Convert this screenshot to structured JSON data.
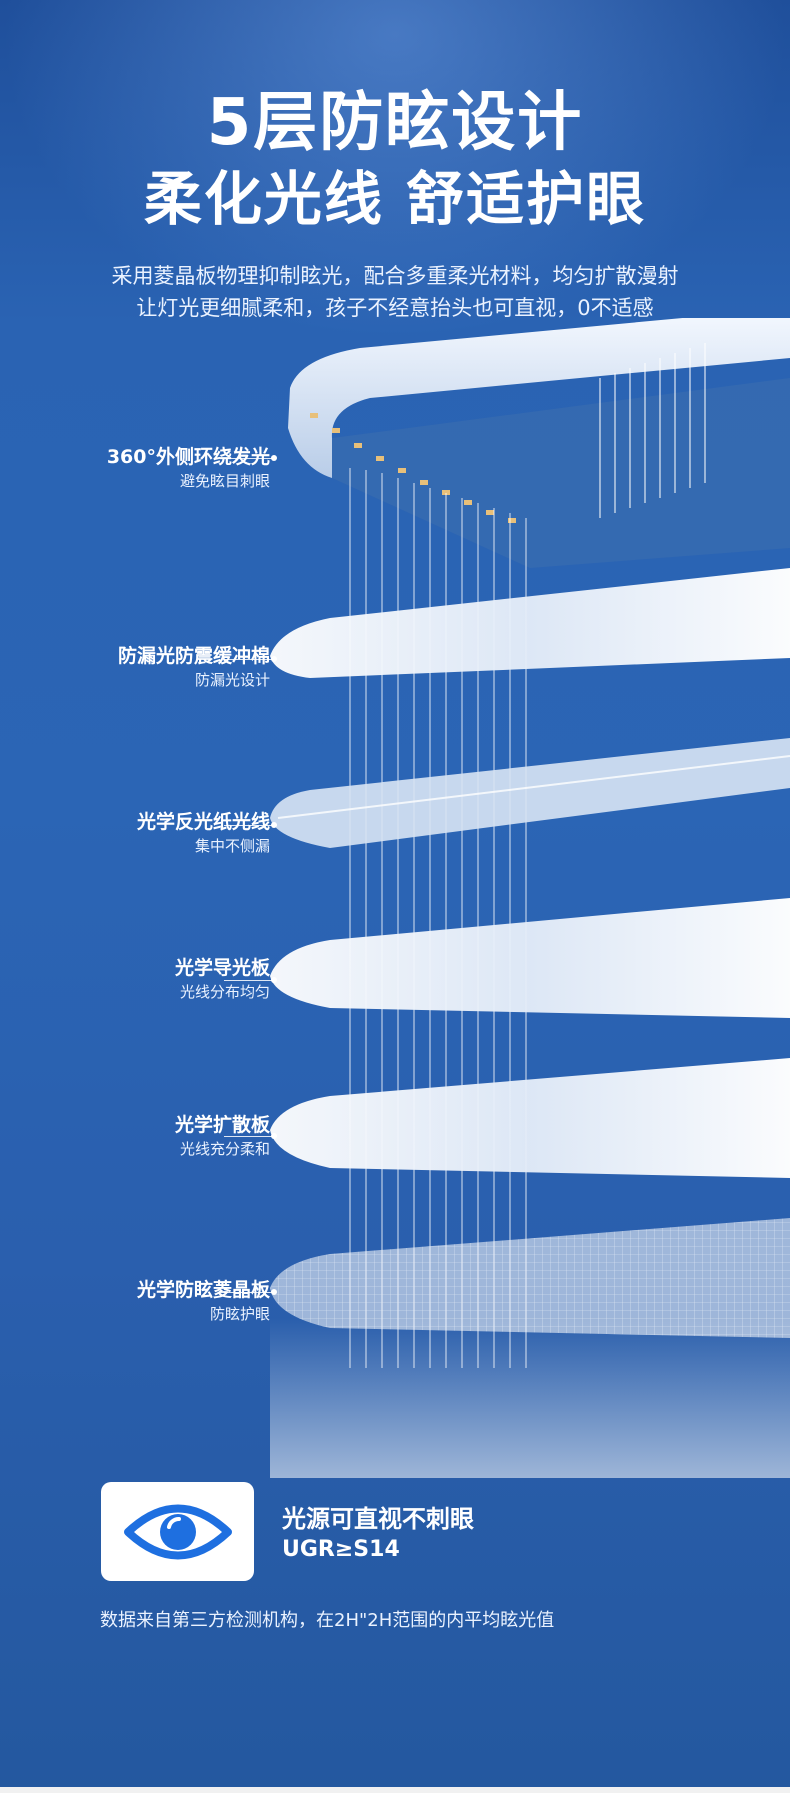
{
  "header": {
    "title_line1": "5层防眩设计",
    "title_line2": "柔化光线 舒适护眼",
    "desc_line1": "采用菱晶板物理抑制眩光，配合多重柔光材料，均匀扩散漫射",
    "desc_line2": "让灯光更细腻柔和，孩子不经意抬头也可直视，0不适感"
  },
  "layers": [
    {
      "title": "360°外侧环绕发光",
      "desc": "避免眩目刺眼"
    },
    {
      "title": "防漏光防震缓冲棉",
      "desc": "防漏光设计"
    },
    {
      "title": "光学反光纸光线",
      "desc": "集中不侧漏"
    },
    {
      "title": "光学导光板",
      "desc": "光线分布均匀"
    },
    {
      "title": "光学扩散板",
      "desc": "光线充分柔和"
    },
    {
      "title": "光学防眩菱晶板",
      "desc": "防眩护眼"
    }
  ],
  "ugr": {
    "icon": "eye-icon",
    "line1": "光源可直视不刺眼",
    "line2": "UGR≥S14"
  },
  "footnote": "数据来自第三方检测机构，在2H\"2H范围的内平均眩光值",
  "colors": {
    "background": "#2a63b3",
    "eye_icon": "#1e6fe0",
    "text": "#ffffff"
  }
}
